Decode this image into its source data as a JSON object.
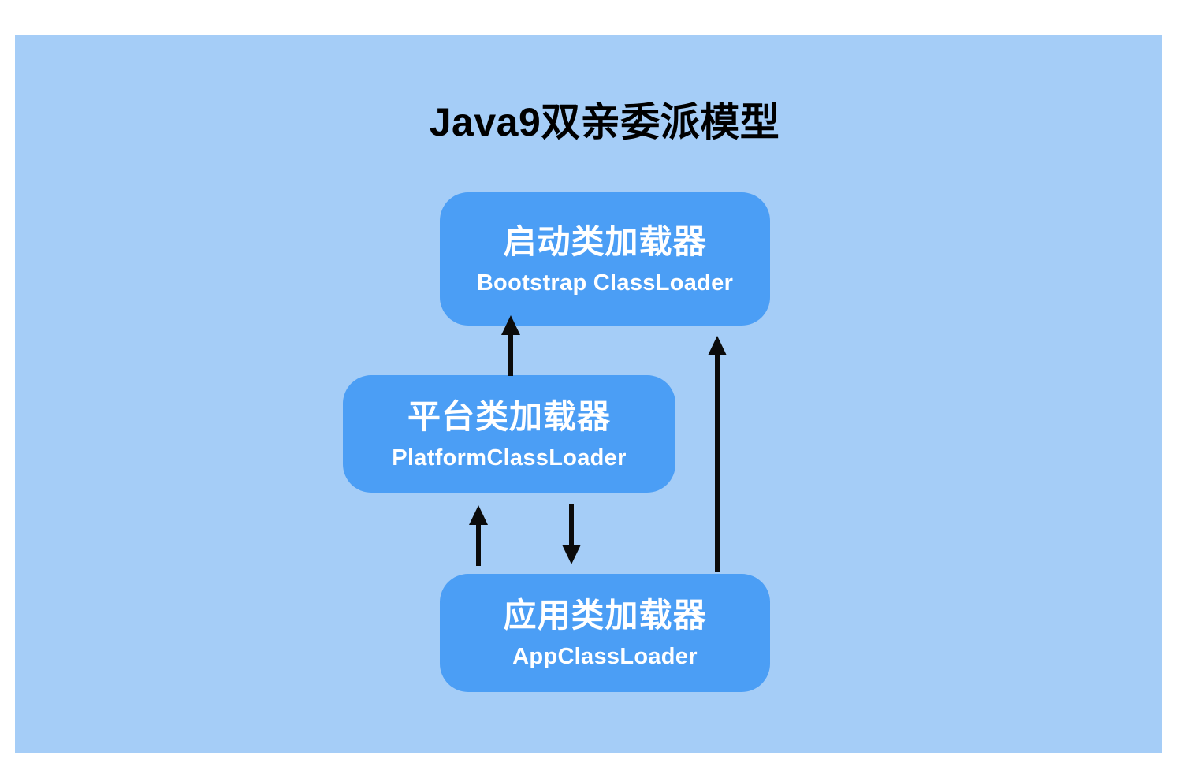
{
  "colors": {
    "page_background": "#ffffff",
    "canvas_background": "#a5cdf7",
    "node_color": "#4b9ef5",
    "node_text_color": "#ffffff",
    "title_color": "#000000",
    "arrow_color": "#0b0b0b"
  },
  "diagram": {
    "title": "Java9双亲委派模型",
    "nodes": [
      {
        "id": "bootstrap-classloader",
        "name_zh": "启动类加载器",
        "name_en": "Bootstrap ClassLoader"
      },
      {
        "id": "platform-classloader",
        "name_zh": "平台类加载器",
        "name_en": "PlatformClassLoader"
      },
      {
        "id": "app-classloader",
        "name_zh": "应用类加载器",
        "name_en": "AppClassLoader"
      }
    ],
    "edges": [
      {
        "from": "platform-classloader",
        "to": "bootstrap-classloader",
        "direction": "up"
      },
      {
        "from": "app-classloader",
        "to": "bootstrap-classloader",
        "direction": "up"
      },
      {
        "from": "app-classloader",
        "to": "platform-classloader",
        "direction": "up"
      },
      {
        "from": "platform-classloader",
        "to": "app-classloader",
        "direction": "down"
      }
    ]
  }
}
